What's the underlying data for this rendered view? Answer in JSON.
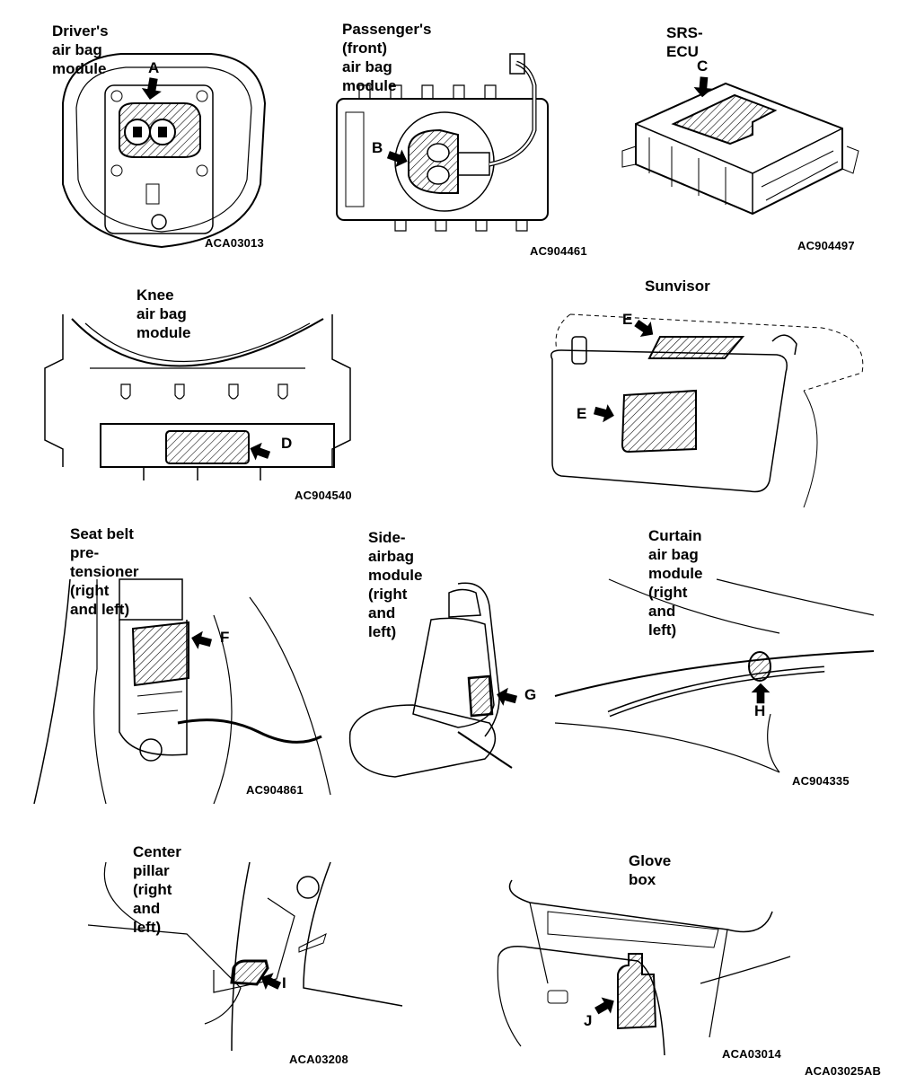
{
  "figure_code": "ACA03025AB",
  "panels": [
    {
      "id": "driver",
      "title": "Driver's air bag module",
      "code": "ACA03013",
      "callout": "A"
    },
    {
      "id": "passenger",
      "title": "Passenger's (front)\nair bag module",
      "code": "AC904461",
      "callout": "B"
    },
    {
      "id": "srsecu",
      "title": "SRS-ECU",
      "code": "AC904497",
      "callout": "C"
    },
    {
      "id": "knee",
      "title": "Knee air bag module",
      "code": "AC904540",
      "callout": "D"
    },
    {
      "id": "sunvisor",
      "title": "Sunvisor",
      "code": "",
      "callout": "E"
    },
    {
      "id": "pretensioner",
      "title": "Seat belt pre-tensioner\n(right and left)",
      "code": "AC904861",
      "callout": "F"
    },
    {
      "id": "sideairbag",
      "title": "Side-airbag module\n(right and left)",
      "code": "",
      "callout": "G"
    },
    {
      "id": "curtain",
      "title": "Curtain air bag module\n(right and left)",
      "code": "AC904335",
      "callout": "H"
    },
    {
      "id": "centerpillar",
      "title": "Center pillar (right and left)",
      "code": "ACA03208",
      "callout": "I"
    },
    {
      "id": "glovebox",
      "title": "Glove box",
      "code": "ACA03014",
      "callout": "J"
    }
  ],
  "colors": {
    "line": "#000000",
    "background": "#ffffff"
  }
}
